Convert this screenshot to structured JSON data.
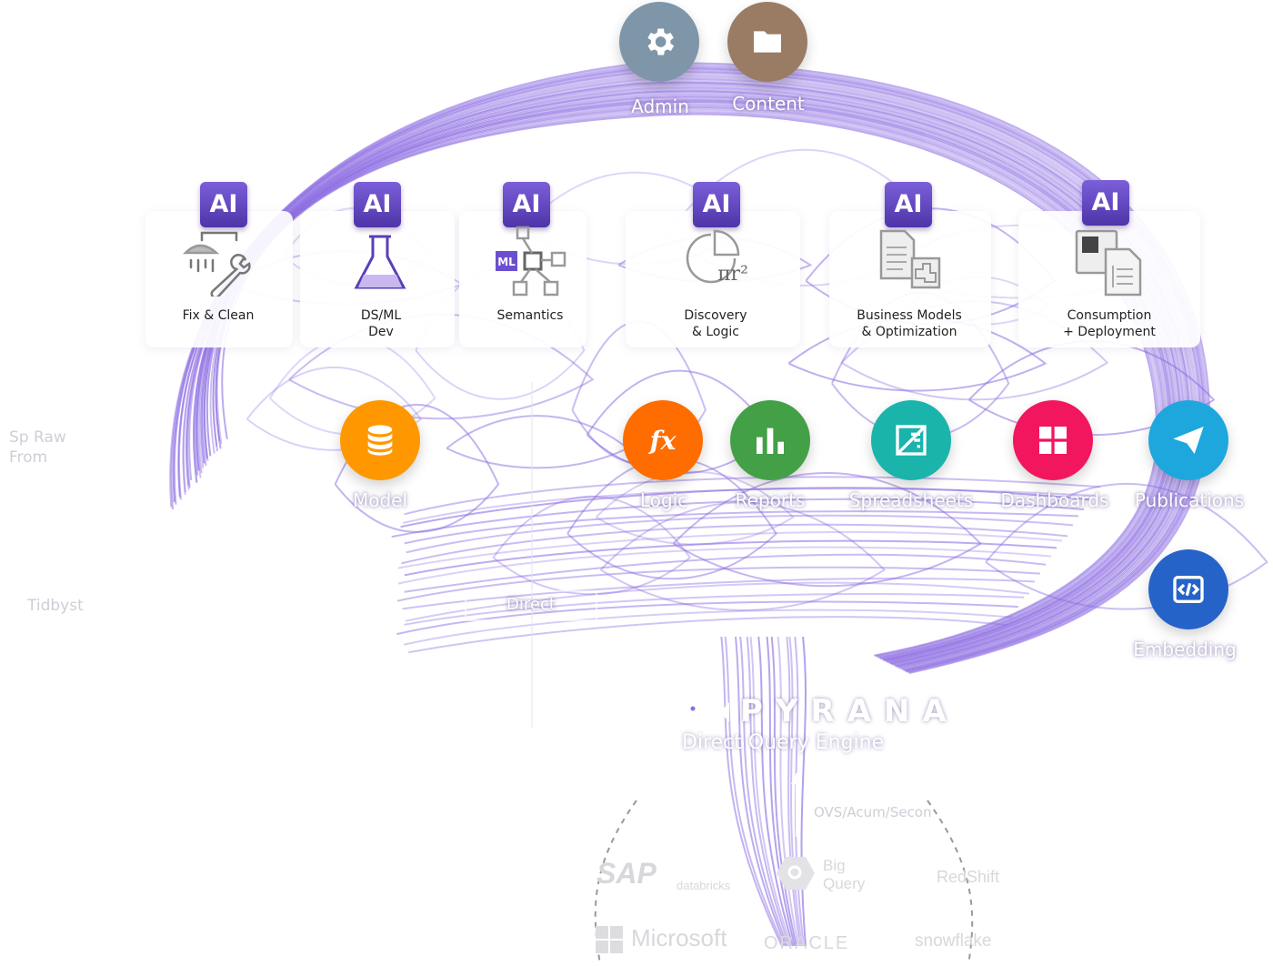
{
  "top_modules": [
    {
      "label": "Admin",
      "color": "#7f96a8",
      "icon": "gear-icon"
    },
    {
      "label": "Content",
      "color": "#9a7b64",
      "icon": "folder-icon"
    }
  ],
  "ai_badge": "AI",
  "ai_cards": [
    {
      "label": "Fix & Clean",
      "icon": "fix-clean-icon"
    },
    {
      "label": "DS/ML\nDev",
      "icon": "flask-icon"
    },
    {
      "label": "Semantics",
      "icon": "ml-semantics-icon",
      "icon_text": "ML"
    },
    {
      "label": "Discovery\n& Logic",
      "icon": "formula-icon",
      "icon_text": "πr²"
    },
    {
      "label": "Business Models\n& Optimization",
      "icon": "business-model-icon"
    },
    {
      "label": "Consumption\n+ Deployment",
      "icon": "deployment-icon"
    }
  ],
  "modules": [
    {
      "label": "Model",
      "color": "#ff9800",
      "icon": "database-icon"
    },
    {
      "label": "Logic",
      "color": "#ff6d00",
      "icon": "fx-icon"
    },
    {
      "label": "Reports",
      "color": "#43a047",
      "icon": "bar-chart-icon"
    },
    {
      "label": "Spreadsheets",
      "color": "#1ab4ab",
      "icon": "spreadsheet-icon"
    },
    {
      "label": "Dashboards",
      "color": "#f2165f",
      "icon": "dashboard-grid-icon"
    },
    {
      "label": "Publications",
      "color": "#1ea7dd",
      "icon": "paper-plane-icon"
    },
    {
      "label": "Embedding",
      "color": "#2563c9",
      "icon": "code-icon"
    }
  ],
  "fx_glyph": "fx",
  "engine": {
    "title": "PYRANA",
    "subtitle": "Direct Query Engine",
    "icon": "piranha-fish-icon"
  },
  "faint_labels": {
    "direct": "Direct",
    "left_upper": "Sp Raw\nFrom",
    "left_lower": "Tidbyst",
    "bottom_right": "OVS/Acum/Secon"
  },
  "sources": [
    {
      "label": "SAP",
      "icon": "sap-logo"
    },
    {
      "label": "databricks",
      "icon": "databricks-logo"
    },
    {
      "label": "Big\nQuery",
      "icon": "bigquery-logo"
    },
    {
      "label": "RedShift",
      "icon": "redshift-logo"
    },
    {
      "label": "Microsoft",
      "icon": "microsoft-logo"
    },
    {
      "label": "ORACLE",
      "icon": "oracle-logo"
    },
    {
      "label": "snowflake",
      "icon": "snowflake-logo"
    }
  ],
  "colors": {
    "brain": "#8a6ae0",
    "ai_badge": "#5a3fb8"
  }
}
